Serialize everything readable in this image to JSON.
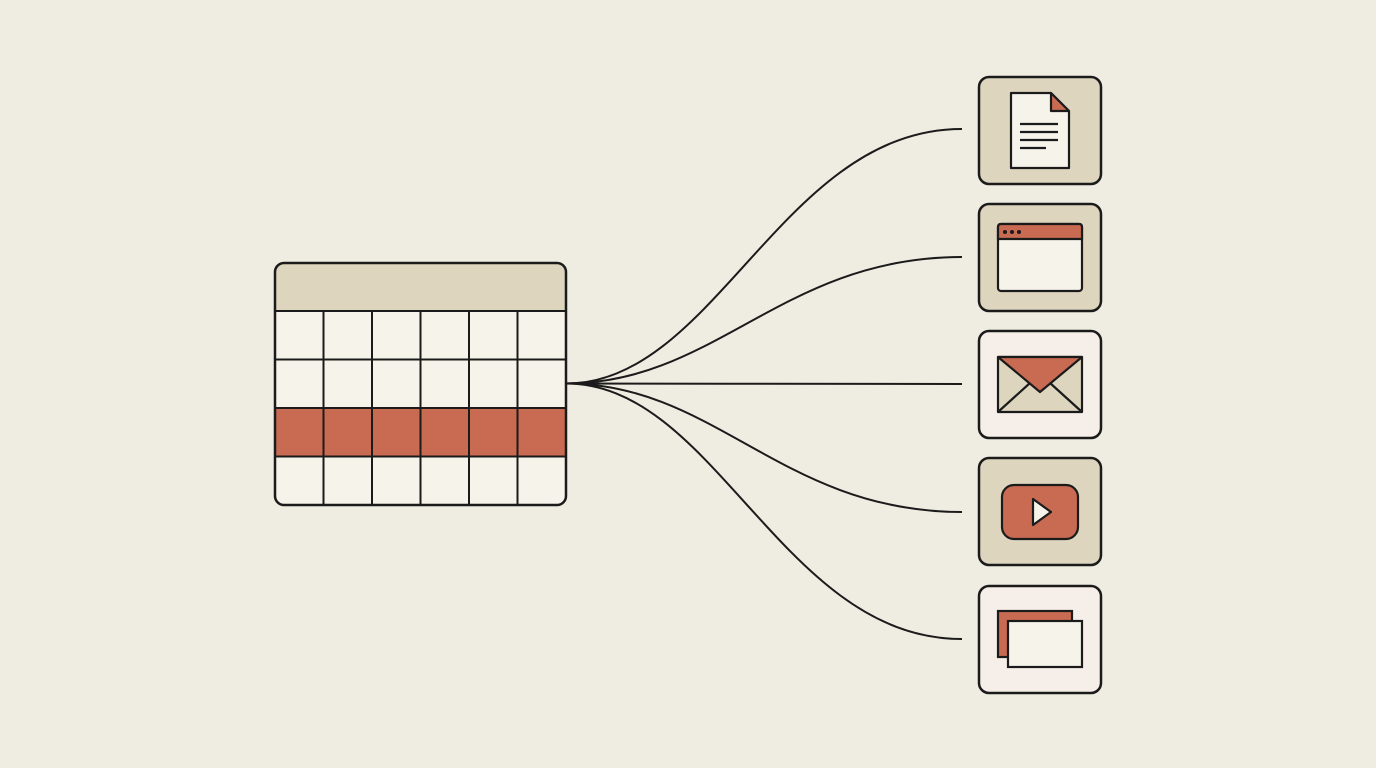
{
  "colors": {
    "background": "#EFECE1",
    "stroke": "#1B1B1B",
    "accent": "#C96A52",
    "header_tan": "#DDD5BE",
    "cell_light": "#F6F3EA",
    "card_light": "#F6EEE8"
  },
  "table": {
    "columns": 6,
    "body_rows": 4,
    "highlighted_row": 2,
    "header_row": true
  },
  "outputs": [
    {
      "id": "document",
      "icon": "document-icon",
      "card": "tan"
    },
    {
      "id": "web-page",
      "icon": "browser-window-icon",
      "card": "tan"
    },
    {
      "id": "email",
      "icon": "envelope-icon",
      "card": "light"
    },
    {
      "id": "video",
      "icon": "video-play-icon",
      "card": "tan"
    },
    {
      "id": "slides",
      "icon": "slides-icon",
      "card": "light"
    }
  ]
}
